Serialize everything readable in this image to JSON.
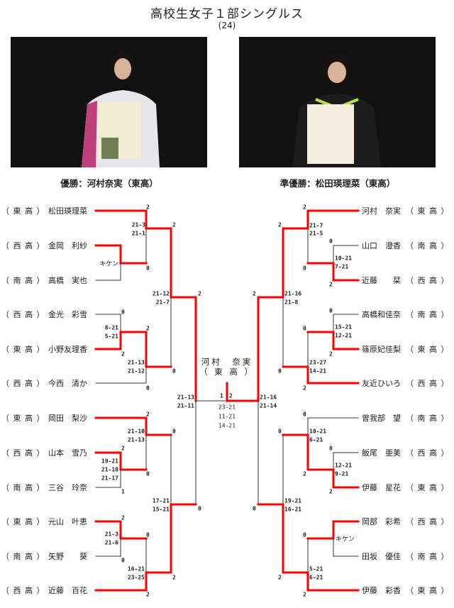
{
  "title": "高校生女子１部シングルス",
  "subtitle": "(24)",
  "captions": {
    "winner": "優勝：河村奈実（東高）",
    "runner_up": "準優勝：松田瑛理菜（東高）"
  },
  "colors": {
    "winner_line": "#ff0000",
    "line": "#333333"
  },
  "left": {
    "players": [
      {
        "school": "（ 東 高 ）",
        "name": "松田瑛理菜"
      },
      {
        "school": "（ 西 高 ）",
        "name": "金岡　利紗"
      },
      {
        "school": "（ 南 高 ）",
        "name": "高橋　実也"
      },
      {
        "school": "（ 西 高 ）",
        "name": "金光　彩雪"
      },
      {
        "school": "（ 東 高 ）",
        "name": "小野友理香"
      },
      {
        "school": "（ 西 高 ）",
        "name": "今西　清か"
      },
      {
        "school": "（ 東 高 ）",
        "name": "岡田　梨沙"
      },
      {
        "school": "（ 西 高 ）",
        "name": "山本　雪乃"
      },
      {
        "school": "（ 南 高 ）",
        "name": "三谷　玲奈"
      },
      {
        "school": "（ 東 高 ）",
        "name": "元山　叶恵"
      },
      {
        "school": "（ 南 高 ）",
        "name": "矢野　　葵"
      },
      {
        "school": "（ 西 高 ）",
        "name": "近藤　百花"
      }
    ],
    "labels": [
      "2",
      "21-3",
      "21-1",
      "キケン",
      "0",
      "2",
      "21-12",
      "21-7",
      "2",
      "0",
      "8-21",
      "5-21",
      "2",
      "2",
      "21-13",
      "21-12",
      "0",
      "0",
      "2",
      "21-10",
      "21-13",
      "0",
      "2",
      "19-21",
      "21-18",
      "21-17",
      "1",
      "0",
      "17-21",
      "15-21",
      "0",
      "2",
      "21-3",
      "21-6",
      "0",
      "0",
      "16-21",
      "23-25",
      "2",
      "2"
    ]
  },
  "right": {
    "players": [
      {
        "school": "（ 東 高 ）",
        "name": "河村　奈実"
      },
      {
        "school": "（ 南 高 ）",
        "name": "山口　澄香"
      },
      {
        "school": "（ 西 高 ）",
        "name": "近藤　　栞"
      },
      {
        "school": "（ 南 高 ）",
        "name": "高橋和佳奈"
      },
      {
        "school": "（ 東 高 ）",
        "name": "篠原妃佳梨"
      },
      {
        "school": "（ 西 高 ）",
        "name": "友近ひいろ"
      },
      {
        "school": "（ 南 高 ）",
        "name": "曽我部　望"
      },
      {
        "school": "（ 西 高 ）",
        "name": "飯尾　亜美"
      },
      {
        "school": "（ 東 高 ）",
        "name": "伊藤　星花"
      },
      {
        "school": "（ 西 高 ）",
        "name": "岡部　彩希"
      },
      {
        "school": "（ 南 高 ）",
        "name": "田坂　優佳"
      },
      {
        "school": "（ 東 高 ）",
        "name": "伊藤　彩香"
      }
    ],
    "labels": [
      "2",
      "21-7",
      "21-5",
      "2",
      "0",
      "10-21",
      "7-21",
      "2",
      "0",
      "2",
      "21-16",
      "21-8",
      "0",
      "15-21",
      "12-21",
      "2",
      "0",
      "23-27",
      "14-21",
      "0",
      "2",
      "0",
      "10-21",
      "6-21",
      "0",
      "0",
      "12-21",
      "9-21",
      "2",
      "2",
      "19-21",
      "16-21",
      "0",
      "0",
      "キケン",
      "5-21",
      "6-21",
      "2",
      "2"
    ]
  },
  "final": {
    "champion_name": "河村　奈実",
    "champion_school": "（ 東 高 ）",
    "left_semi_scores": [
      "21-13",
      "21-11"
    ],
    "right_semi_scores": [
      "21-16",
      "21-14"
    ],
    "games_left": "1",
    "games_right": "2",
    "scores": [
      "23-21",
      "11-21",
      "14-21"
    ]
  }
}
